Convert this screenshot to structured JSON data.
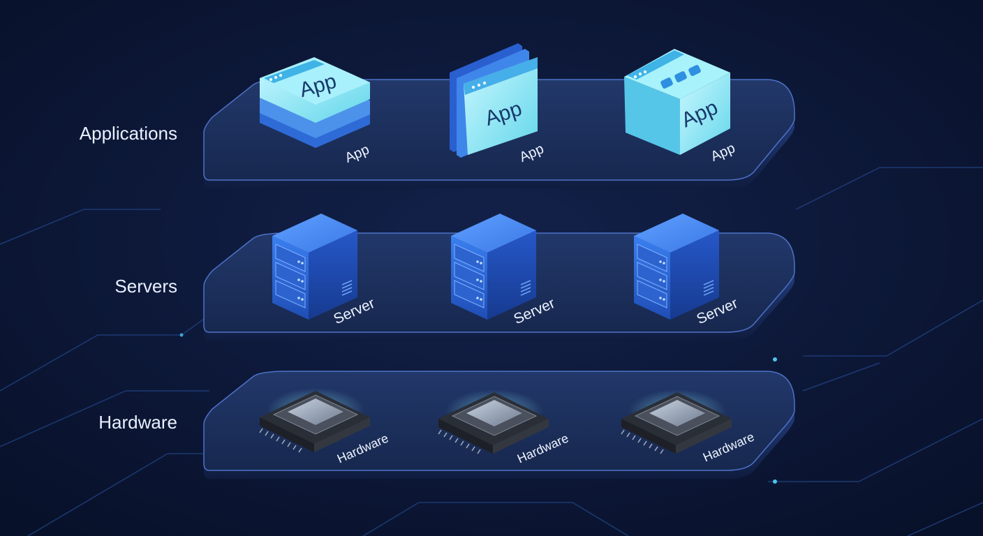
{
  "layers": [
    {
      "label": "Applications",
      "items": [
        {
          "icon": "app-stack-icon",
          "badge": "App",
          "label": "App"
        },
        {
          "icon": "app-window-icon",
          "badge": "App",
          "label": "App"
        },
        {
          "icon": "app-cube-icon",
          "badge": "App",
          "label": "App"
        }
      ]
    },
    {
      "label": "Servers",
      "items": [
        {
          "icon": "server-icon",
          "label": "Server"
        },
        {
          "icon": "server-icon",
          "label": "Server"
        },
        {
          "icon": "server-icon",
          "label": "Server"
        }
      ]
    },
    {
      "label": "Hardware",
      "items": [
        {
          "icon": "cpu-chip-icon",
          "label": "Hardware"
        },
        {
          "icon": "cpu-chip-icon",
          "label": "Hardware"
        },
        {
          "icon": "cpu-chip-icon",
          "label": "Hardware"
        }
      ]
    }
  ],
  "colors": {
    "background": "#0b1430",
    "platform_fill": "#1a2c57",
    "platform_edge": "#3f63b8",
    "beam": "#7ee8ff",
    "app_face": "#7fe6f2",
    "server_face": "#2f6de0",
    "chip_body": "#3a3f49"
  }
}
